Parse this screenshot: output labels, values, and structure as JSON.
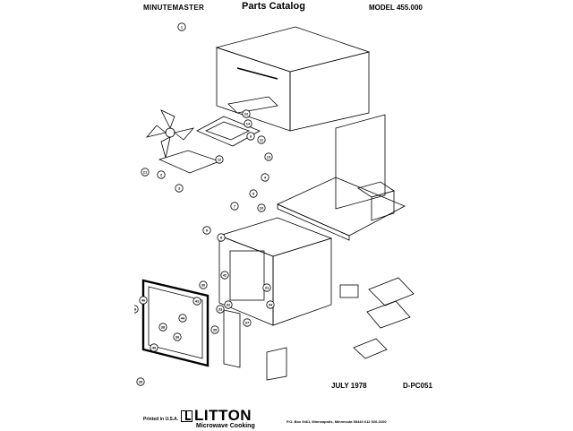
{
  "header": {
    "left": "MINUTEMASTER",
    "title": "Parts Catalog",
    "model": "MODEL 455.000"
  },
  "footer": {
    "date": "JULY 1978",
    "code": "D-PC051",
    "printed": "Printed in U.S.A.",
    "brand": "LITTON",
    "brand_sub": "Microwave Cooking",
    "address": "P.O. Box 9461, Minneapolis, Minnesota 55440    612 926-0100"
  },
  "callouts": [
    "1",
    "20",
    "18",
    "19",
    "17",
    "16",
    "15",
    "14",
    "2",
    "3",
    "4",
    "5",
    "6",
    "7",
    "8",
    "9",
    "10",
    "11",
    "12",
    "13",
    "21",
    "22",
    "24",
    "25",
    "26",
    "27",
    "28",
    "29",
    "30",
    "31",
    "32",
    "33",
    "34",
    "35",
    "36",
    "37",
    "38",
    "39",
    "40",
    "41",
    "42",
    "43",
    "44",
    "45",
    "46",
    "47",
    "48"
  ]
}
